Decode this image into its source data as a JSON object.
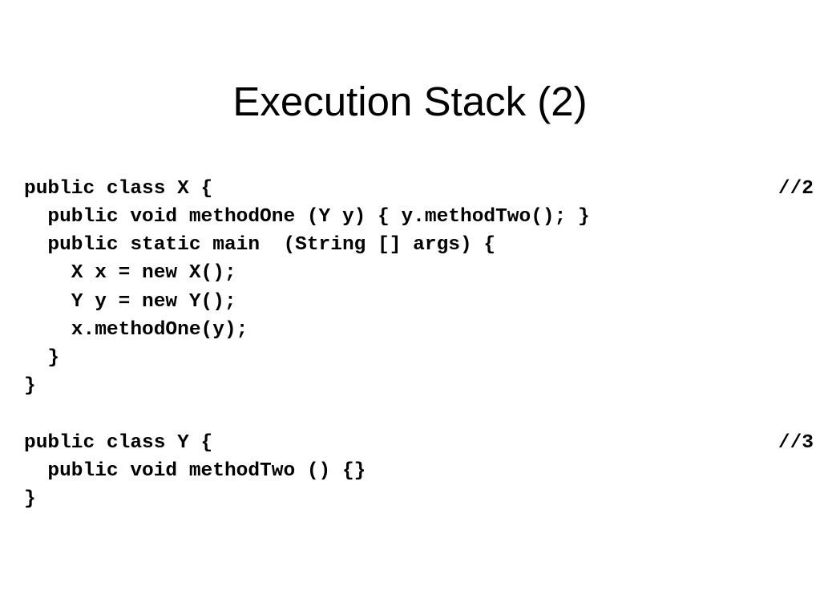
{
  "slide": {
    "title": "Execution Stack (2)",
    "code_lines": [
      "public class X {",
      "  public void methodOne (Y y) { y.methodTwo(); }",
      "  public static main  (String [] args) {",
      "    X x = new X();",
      "    Y y = new Y();",
      "    x.methodOne(y);",
      "  }",
      "}",
      "",
      "public class Y {",
      "  public void methodTwo () {}",
      "}"
    ],
    "comments": [
      "//2",
      "//3"
    ]
  }
}
